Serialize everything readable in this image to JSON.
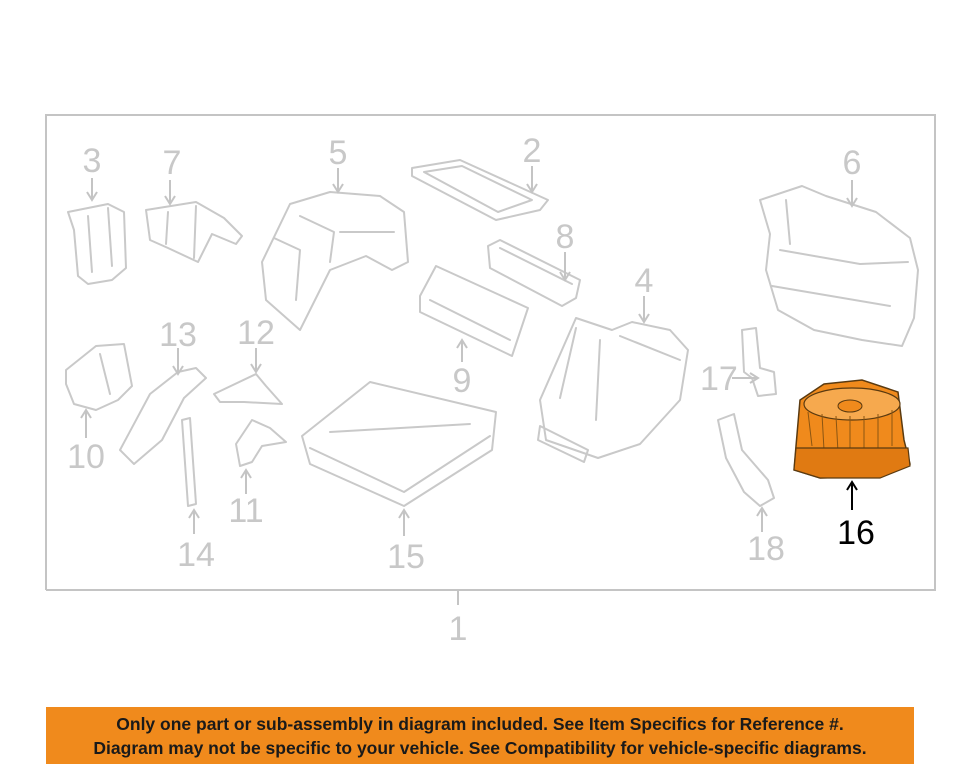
{
  "diagram": {
    "assembly_label": "1",
    "highlighted_part": "16",
    "highlight_color": "#f08a1c",
    "parts": [
      {
        "id": "p2",
        "label": "2"
      },
      {
        "id": "p3",
        "label": "3"
      },
      {
        "id": "p4",
        "label": "4"
      },
      {
        "id": "p5",
        "label": "5"
      },
      {
        "id": "p6",
        "label": "6"
      },
      {
        "id": "p7",
        "label": "7"
      },
      {
        "id": "p8",
        "label": "8"
      },
      {
        "id": "p9",
        "label": "9"
      },
      {
        "id": "p10",
        "label": "10"
      },
      {
        "id": "p11",
        "label": "11"
      },
      {
        "id": "p12",
        "label": "12"
      },
      {
        "id": "p13",
        "label": "13"
      },
      {
        "id": "p14",
        "label": "14"
      },
      {
        "id": "p15",
        "label": "15"
      },
      {
        "id": "p16",
        "label": "16"
      },
      {
        "id": "p17",
        "label": "17"
      },
      {
        "id": "p18",
        "label": "18"
      }
    ]
  },
  "disclaimer": {
    "line1": "Only one part or sub-assembly in diagram included. See Item Specifics for Reference #.",
    "line2": "Diagram may not be specific to your vehicle. See Compatibility for vehicle-specific diagrams.",
    "background": "#f08a1c"
  }
}
